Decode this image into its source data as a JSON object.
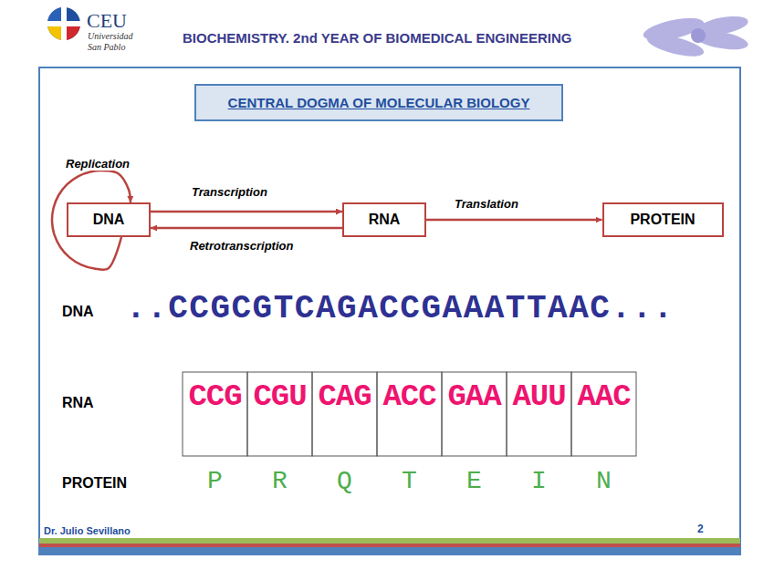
{
  "diagram": {
    "title": "CENTRAL DOGMA OF MOLECULAR BIOLOGY",
    "nodes": [
      {
        "text": [
          "DNA"
        ]
      },
      {
        "text": [
          "RNA"
        ]
      },
      {
        "text": [
          "PROTEIN"
        ]
      }
    ],
    "edges": [
      {
        "from": 0,
        "to": 0,
        "label": "Replication",
        "arrow": "to"
      },
      {
        "from": 0,
        "to": 1,
        "label": "Transcription",
        "arrow": "to"
      },
      {
        "from": 1,
        "to": 0,
        "label": "Retrotranscription",
        "arrow": "to"
      },
      {
        "from": 1,
        "to": 2,
        "label": "Translation",
        "arrow": "to"
      }
    ],
    "labels": [
      "CEU",
      "Universidad San Pablo",
      "BIOCHEMISTRY. 2nd YEAR OF BIOMEDICAL ENGINEERING",
      "DNA",
      "..CCGCGTCAGACCGAAATTAAC...",
      "RNA",
      "CCG",
      "CGU",
      "CAG",
      "ACC",
      "GAA",
      "AUU",
      "AAC",
      "PROTEIN",
      "P",
      "R",
      "Q",
      "T",
      "E",
      "I",
      "N",
      "Dr. Julio Sevillano",
      "2"
    ]
  }
}
